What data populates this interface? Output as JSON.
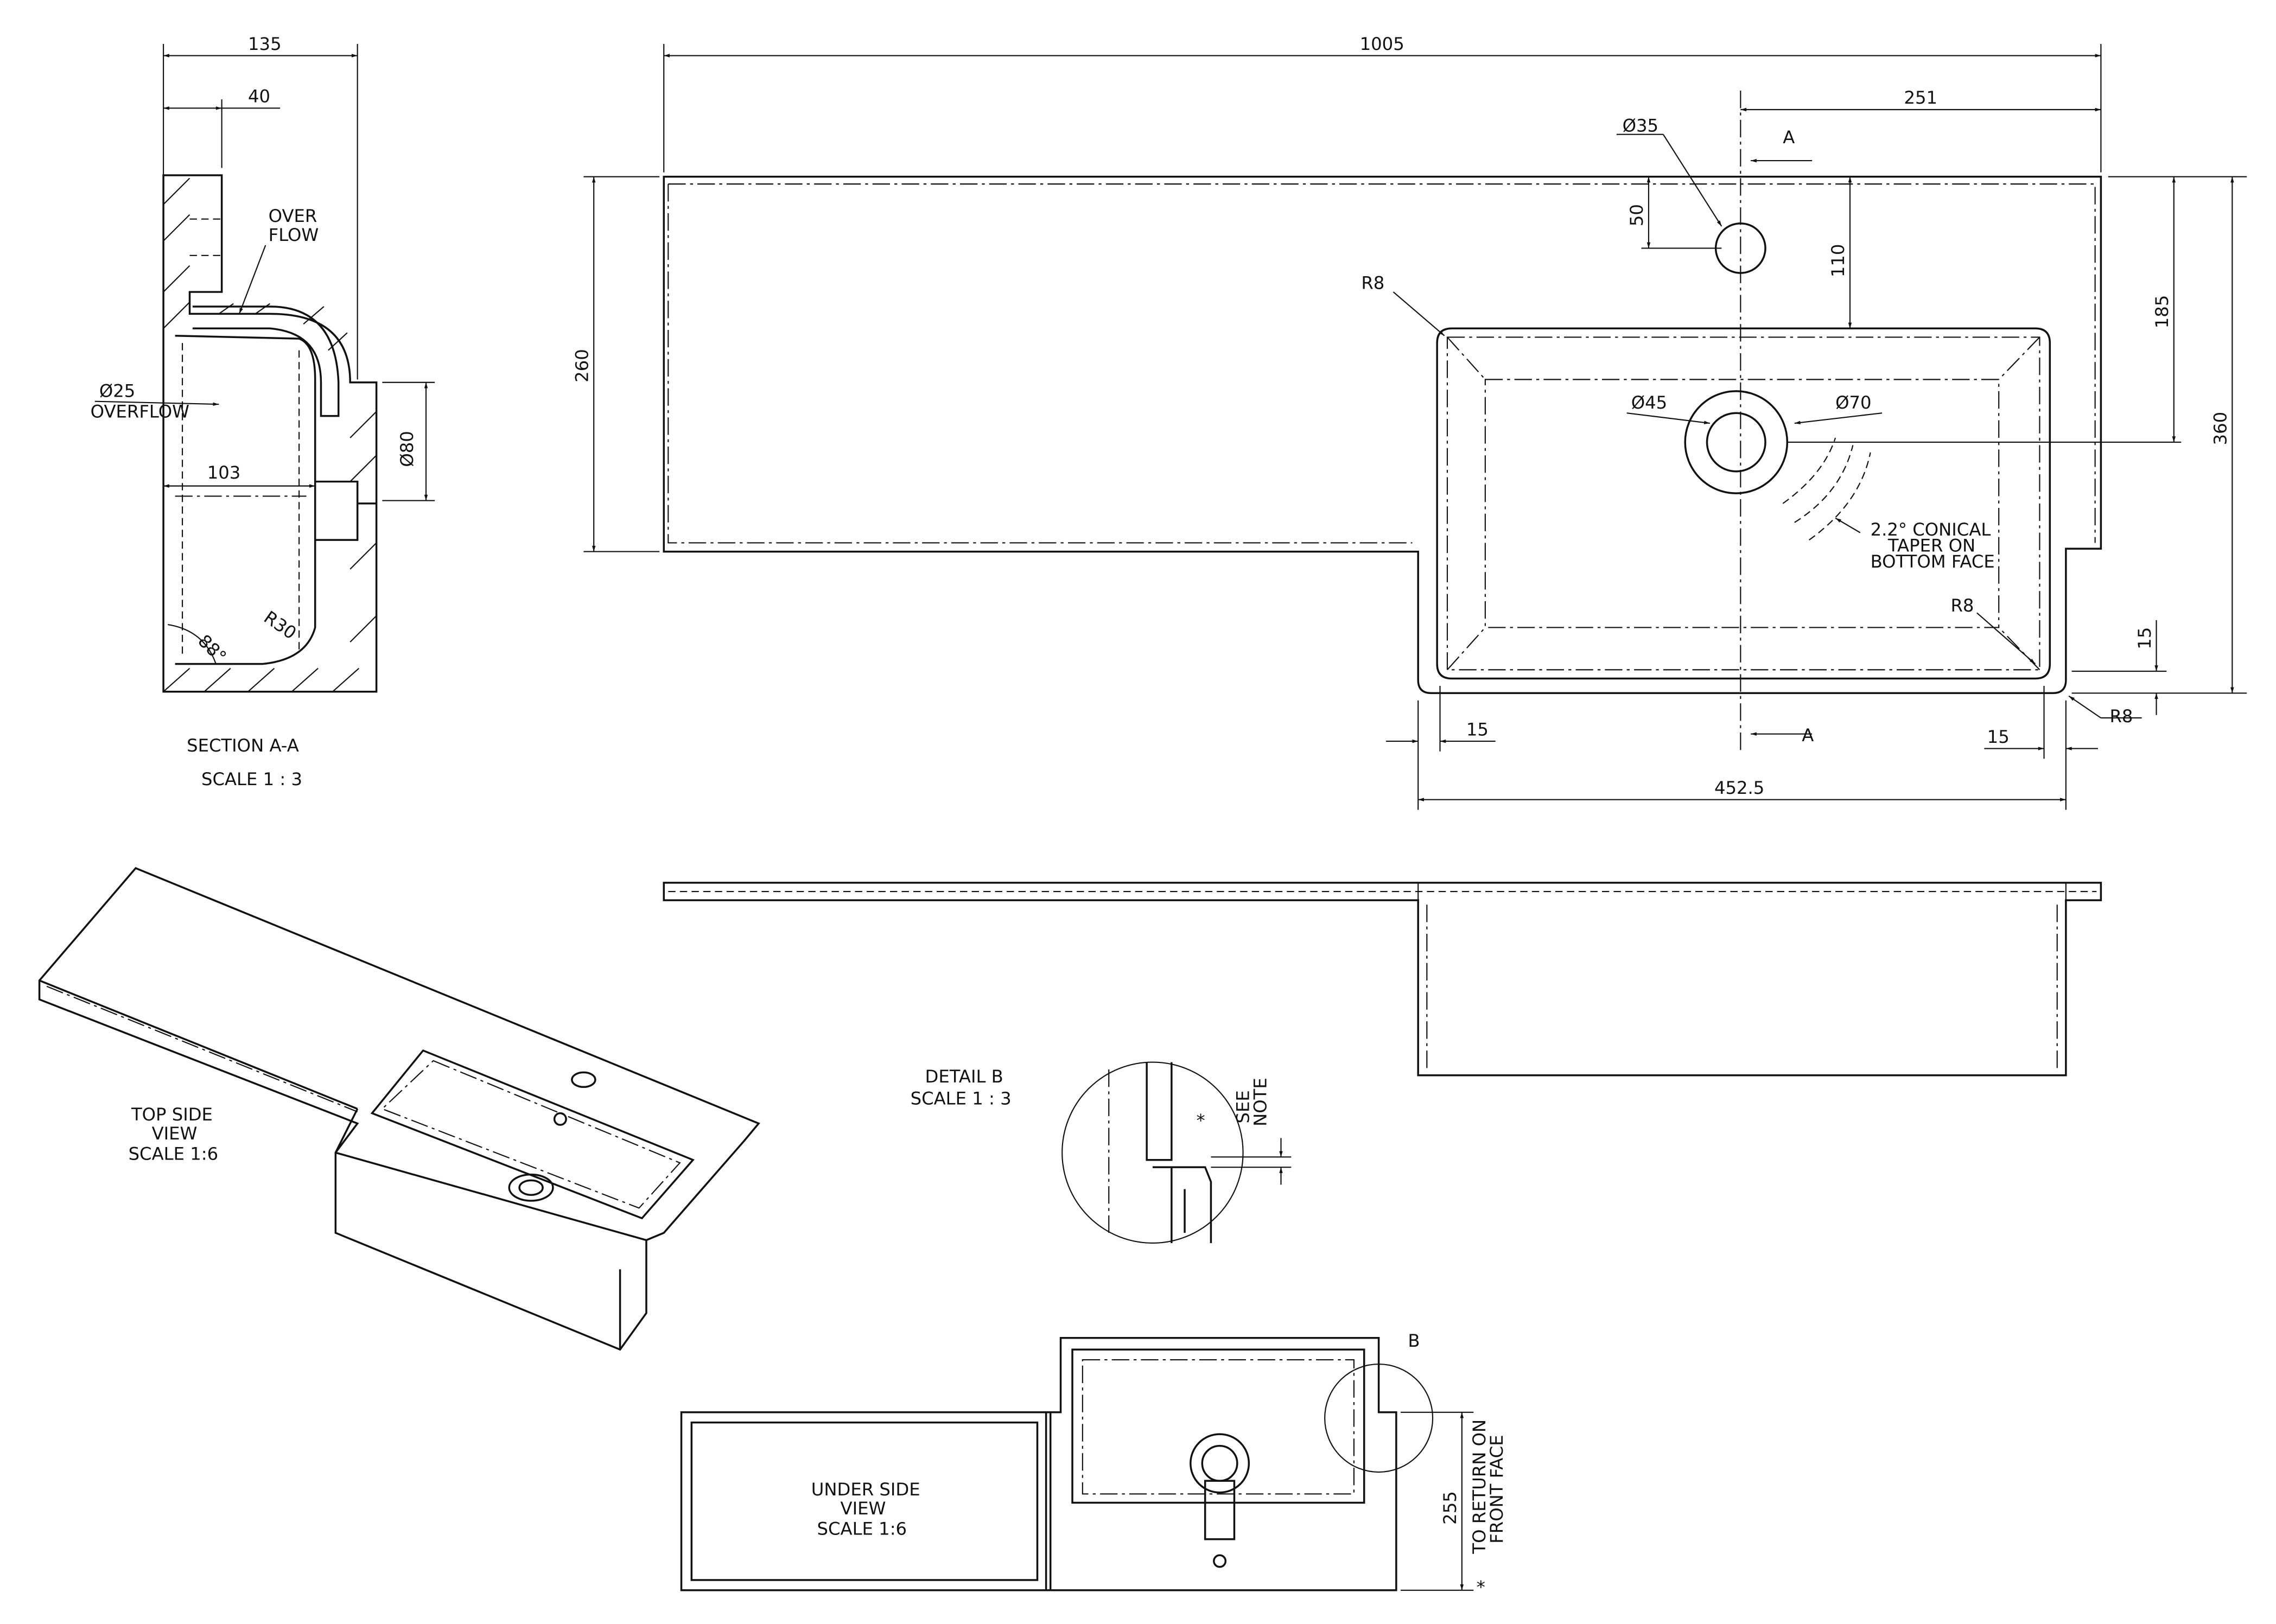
{
  "section_view": {
    "dim_135": "135",
    "dim_40": "40",
    "overflow_label_1": "OVER",
    "overflow_label_2": "FLOW",
    "dim_dia25": "Ø25",
    "dim_dia25_note": "OVERFLOW",
    "dim_103": "103",
    "dim_dia80": "Ø80",
    "angle_88": "88°",
    "radius_r30": "R30",
    "title": "SECTION A-A",
    "scale": "SCALE 1 : 3"
  },
  "top_view": {
    "dim_1005": "1005",
    "dim_251": "251",
    "dim_dia35": "Ø35",
    "section_a_top": "A",
    "section_a_bottom": "A",
    "dim_50": "50",
    "dim_110": "110",
    "dim_r8_top": "R8",
    "dim_260": "260",
    "dim_185": "185",
    "dim_dia45": "Ø45",
    "dim_dia70": "Ø70",
    "dim_360": "360",
    "taper_note_1": "2.2° CONICAL",
    "taper_note_2": "TAPER ON",
    "taper_note_3": "BOTTOM FACE",
    "dim_r8_inner": "R8",
    "dim_15_right": "15",
    "dim_r8_outer": "R8",
    "dim_15_left": "15",
    "dim_15_bottom": "15",
    "dim_452_5": "452.5"
  },
  "iso_view": {
    "label_1": "TOP SIDE",
    "label_2": "VIEW",
    "scale": "SCALE 1:6"
  },
  "detail_b": {
    "title": "DETAIL B",
    "scale": "SCALE 1 : 3",
    "star": "*",
    "note_1": "SEE",
    "note_2": "NOTE"
  },
  "under_view": {
    "label_1": "UNDER SIDE",
    "label_2": "VIEW",
    "scale": "SCALE 1:6",
    "detail_ref": "B",
    "dim_255": "255",
    "note_1": "TO RETURN ON",
    "note_2": "FRONT FACE",
    "star": "*"
  }
}
